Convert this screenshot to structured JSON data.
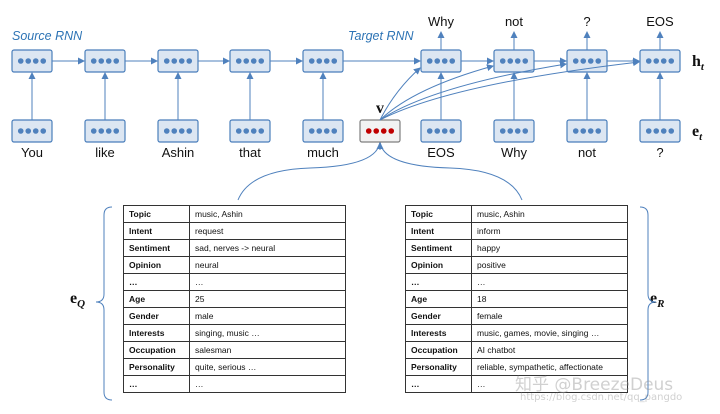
{
  "labels": {
    "source_rnn": "Source RNN",
    "target_rnn": "Target RNN",
    "h_symbol": "h",
    "h_sub": "t",
    "e_symbol": "e",
    "e_sub": "t",
    "v_symbol": "v",
    "eq_symbol": "e",
    "eq_sub": "Q",
    "er_symbol": "e",
    "er_sub": "R"
  },
  "source_words": [
    "You",
    "like",
    "Ashin",
    "that",
    "much"
  ],
  "target_inputs": [
    "EOS",
    "Why",
    "not",
    "?"
  ],
  "target_outputs": [
    "Why",
    "not",
    "?",
    "EOS"
  ],
  "profile_q": [
    {
      "key": "Topic",
      "value": "music, Ashin"
    },
    {
      "key": "Intent",
      "value": "request"
    },
    {
      "key": "Sentiment",
      "value": "sad, nerves -> neural"
    },
    {
      "key": "Opinion",
      "value": "neural"
    },
    {
      "key": "…",
      "value": "…"
    },
    {
      "key": "Age",
      "value": "25"
    },
    {
      "key": "Gender",
      "value": "male"
    },
    {
      "key": "Interests",
      "value": "singing, music …"
    },
    {
      "key": "Occupation",
      "value": "salesman"
    },
    {
      "key": "Personality",
      "value": "quite, serious …"
    },
    {
      "key": "…",
      "value": "…"
    }
  ],
  "profile_r": [
    {
      "key": "Topic",
      "value": "music, Ashin"
    },
    {
      "key": "Intent",
      "value": "inform"
    },
    {
      "key": "Sentiment",
      "value": "happy"
    },
    {
      "key": "Opinion",
      "value": "positive"
    },
    {
      "key": "…",
      "value": "…"
    },
    {
      "key": "Age",
      "value": "18"
    },
    {
      "key": "Gender",
      "value": "female"
    },
    {
      "key": "Interests",
      "value": "music, games, movie, singing …"
    },
    {
      "key": "Occupation",
      "value": "AI chatbot"
    },
    {
      "key": "Personality",
      "value": "reliable, sympathetic, affectionate"
    },
    {
      "key": "…",
      "value": "…"
    }
  ],
  "watermark": {
    "line1": "知乎 @BreezeDeus",
    "line2": "https://blog.csdn.net/qq_pangdo"
  },
  "colors": {
    "cell_fill": "#dce6f2",
    "cell_stroke": "#4a7ebb",
    "dot": "#4f81bd",
    "v_dot": "#c00000",
    "label_blue": "#2e74b5"
  }
}
